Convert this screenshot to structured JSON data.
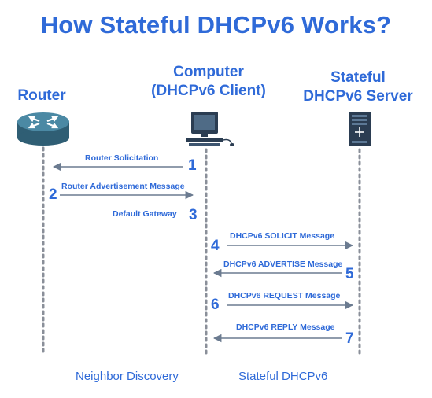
{
  "title": "How Stateful DHCPv6 Works?",
  "actors": {
    "router": {
      "label": "Router",
      "icon": "router-icon"
    },
    "computer": {
      "line1": "Computer",
      "line2": "(DHCPv6 Client)",
      "icon": "computer-icon"
    },
    "server": {
      "line1": "Stateful",
      "line2": "DHCPv6 Server",
      "icon": "server-icon"
    }
  },
  "messages": [
    {
      "step": "1",
      "label": "Router Solicitation"
    },
    {
      "step": "2",
      "label": "Router Advertisement Message"
    },
    {
      "step": "3",
      "label": "Default Gateway"
    },
    {
      "step": "4",
      "label": "DHCPv6 SOLICIT Message"
    },
    {
      "step": "5",
      "label": "DHCPv6 ADVERTISE Message"
    },
    {
      "step": "6",
      "label": "DHCPv6 REQUEST Message"
    },
    {
      "step": "7",
      "label": "DHCPv6 REPLY Message"
    }
  ],
  "phases": {
    "neighbor": "Neighbor Discovery",
    "stateful": "Stateful DHCPv6"
  },
  "colors": {
    "accent": "#2f6ad8",
    "arrow": "#6b7b90",
    "lifeline": "#8a8f99",
    "router_body": "#3a6f86"
  }
}
